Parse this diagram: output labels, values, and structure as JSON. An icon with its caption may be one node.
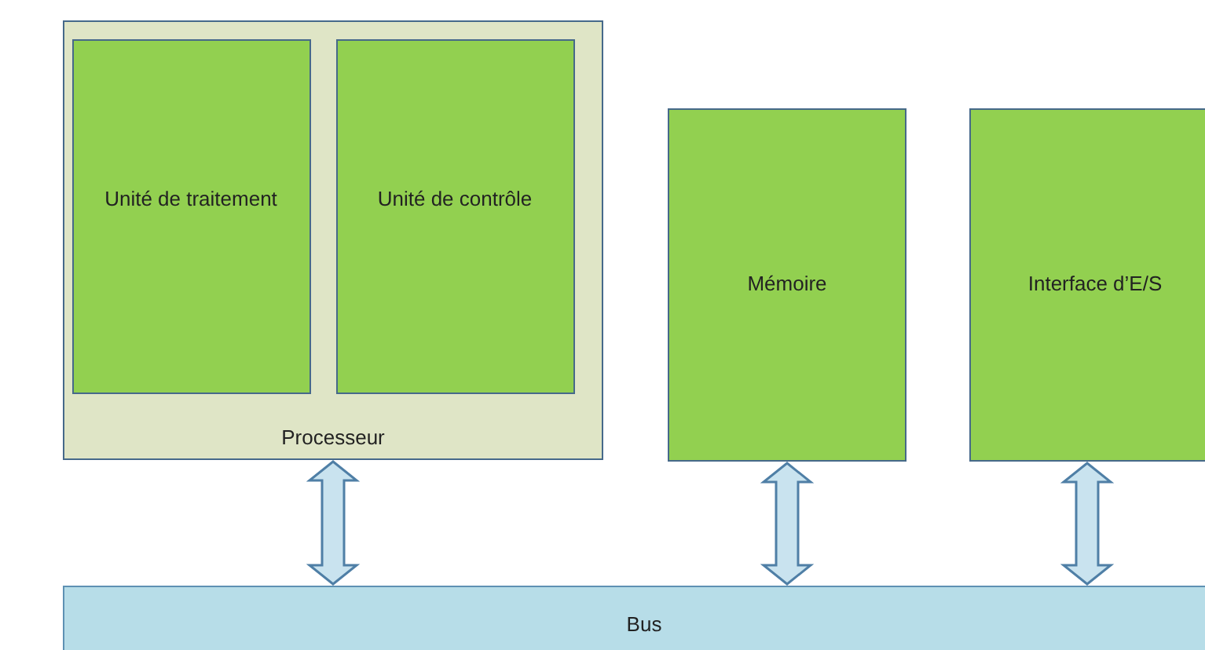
{
  "diagram": {
    "nodes": [
      {
        "text": [
          "Processeur"
        ]
      },
      {
        "text": [
          "Unité de traitement"
        ],
        "in": 0
      },
      {
        "text": [
          "Unité de contrôle"
        ],
        "in": 0
      },
      {
        "text": [
          "Mémoire"
        ]
      },
      {
        "text": [
          "Interface d’E/S"
        ]
      },
      {
        "text": [
          "Bus"
        ]
      }
    ],
    "edges": [
      {
        "from": 0,
        "to": 5,
        "arrow": "both"
      },
      {
        "from": 3,
        "to": 5,
        "arrow": "both"
      },
      {
        "from": 4,
        "to": 5,
        "arrow": "both"
      }
    ]
  }
}
